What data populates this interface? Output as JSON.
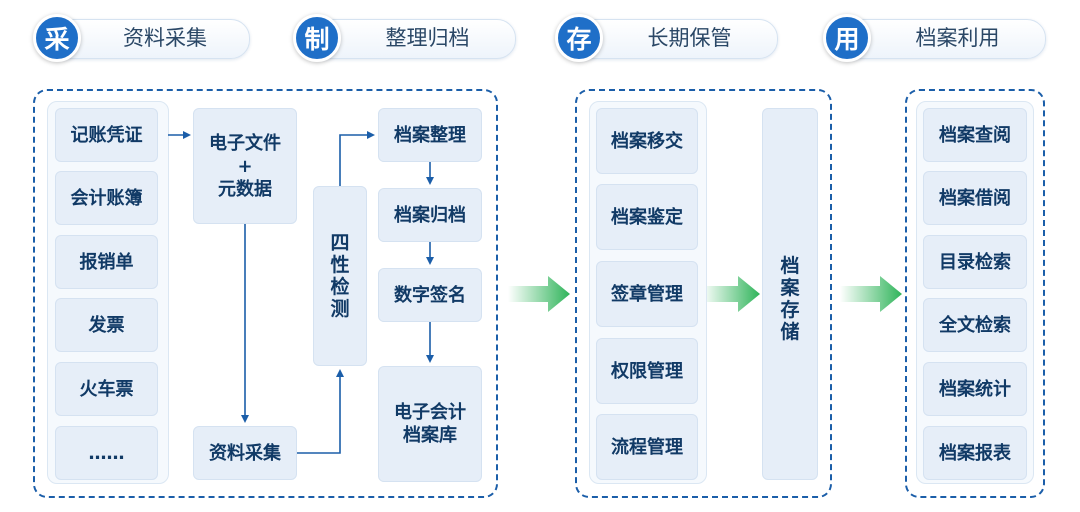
{
  "stages": [
    {
      "badge": "采",
      "label": "资料采集"
    },
    {
      "badge": "制",
      "label": "整理归档"
    },
    {
      "badge": "存",
      "label": "长期保管"
    },
    {
      "badge": "用",
      "label": "档案利用"
    }
  ],
  "collect": {
    "sources": [
      "记账凭证",
      "会计账簿",
      "报销单",
      "发票",
      "火车票",
      "……"
    ],
    "electronic_file": [
      "电子文件",
      "+",
      "元数据"
    ],
    "gather": "资料采集",
    "check": [
      "四",
      "性",
      "检",
      "测"
    ]
  },
  "organize": {
    "steps": [
      "档案整理",
      "档案归档",
      "数字签名"
    ],
    "library": [
      "电子会计",
      "档案库"
    ]
  },
  "store": {
    "steps": [
      "档案移交",
      "档案鉴定",
      "签章管理",
      "权限管理",
      "流程管理"
    ],
    "storage": [
      "档",
      "案",
      "存",
      "储"
    ]
  },
  "use": {
    "items": [
      "档案查阅",
      "档案借阅",
      "目录检索",
      "全文检索",
      "档案统计",
      "档案报表"
    ]
  },
  "colors": {
    "accent": "#1f6fc8",
    "line": "#1b5ea9",
    "arrow": "#2fb45a"
  }
}
